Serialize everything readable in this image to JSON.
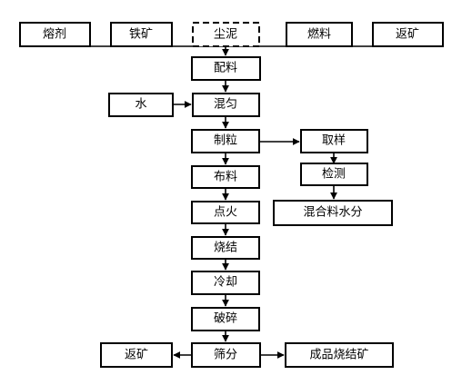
{
  "nodes": {
    "flux": "熔剂",
    "iron_ore": "铁矿",
    "dust_sludge": "尘泥",
    "fuel": "燃料",
    "return_ore_top": "返矿",
    "batching": "配料",
    "water": "水",
    "mixing": "混匀",
    "granulation": "制粒",
    "sampling": "取样",
    "testing": "检测",
    "mix_moisture": "混合料水分",
    "distribution": "布料",
    "ignition": "点火",
    "sintering": "烧结",
    "cooling": "冷却",
    "crushing": "破碎",
    "screening": "筛分",
    "return_ore_bottom": "返矿",
    "product_sinter": "成品烧结矿"
  },
  "edges": [
    [
      "raw_bus",
      "batching"
    ],
    [
      "batching",
      "mixing"
    ],
    [
      "water",
      "mixing"
    ],
    [
      "mixing",
      "granulation"
    ],
    [
      "granulation",
      "sampling"
    ],
    [
      "sampling",
      "testing"
    ],
    [
      "testing",
      "mix_moisture"
    ],
    [
      "granulation",
      "distribution"
    ],
    [
      "distribution",
      "ignition"
    ],
    [
      "ignition",
      "sintering"
    ],
    [
      "sintering",
      "cooling"
    ],
    [
      "cooling",
      "crushing"
    ],
    [
      "crushing",
      "screening"
    ],
    [
      "screening",
      "return_ore_bottom"
    ],
    [
      "screening",
      "product_sinter"
    ]
  ]
}
